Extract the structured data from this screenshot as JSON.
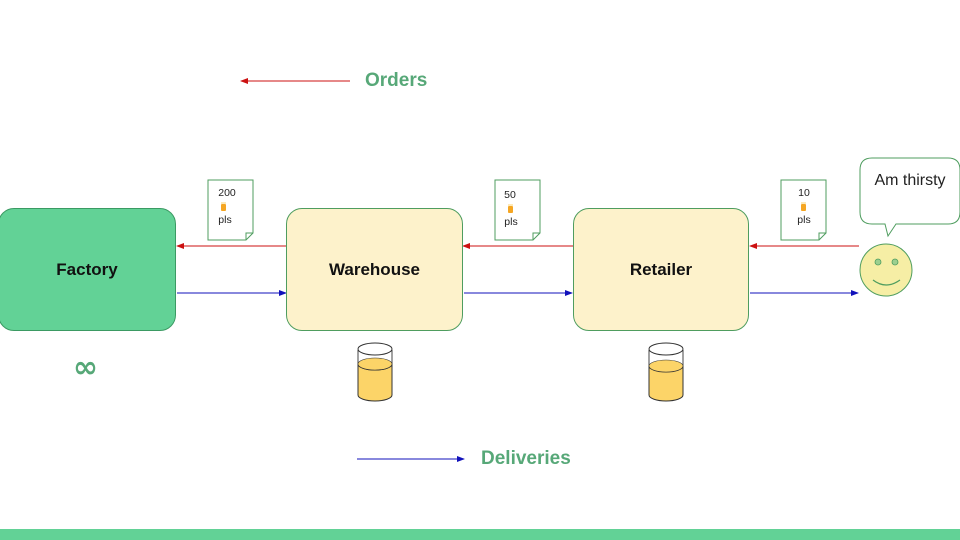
{
  "legend": {
    "orders_label": "Orders",
    "deliveries_label": "Deliveries"
  },
  "nodes": {
    "factory": "Factory",
    "warehouse": "Warehouse",
    "retailer": "Retailer"
  },
  "orders": [
    {
      "quantity": "200",
      "suffix": "pls"
    },
    {
      "quantity": "50",
      "suffix": "pls"
    },
    {
      "quantity": "10",
      "suffix": "pls"
    }
  ],
  "factory_capacity": "∞",
  "customer": {
    "speech": "Am thirsty"
  },
  "colors": {
    "order_arrow": "#cc1111",
    "delivery_arrow": "#1111bb",
    "factory_fill": "#62d296",
    "stock_fill": "#fdf2cb",
    "accent_text": "#57a878",
    "beer": "#fcd468",
    "face": "#f6eea5"
  }
}
